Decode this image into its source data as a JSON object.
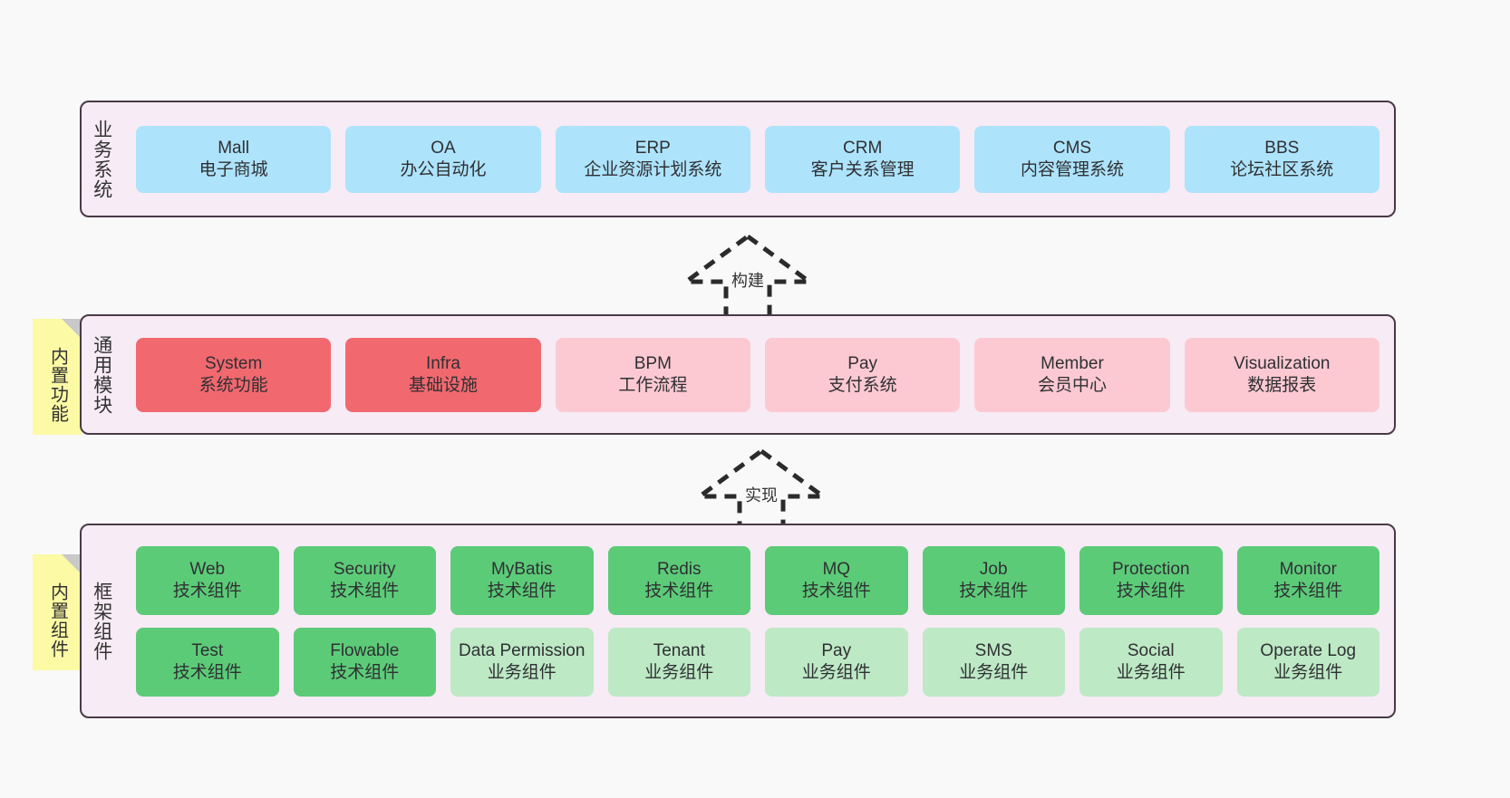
{
  "page": {
    "background": "#f9f9f9",
    "panel_bg": "#f7ebf5",
    "panel_border": "#4a3a47"
  },
  "layers": [
    {
      "id": "business-systems",
      "title": "业务系统",
      "rows": [
        {
          "nodes": [
            {
              "name": "Mall",
              "sub": "电子商城",
              "color": "#ade3fb"
            },
            {
              "name": "OA",
              "sub": "办公自动化",
              "color": "#ade3fb"
            },
            {
              "name": "ERP",
              "sub": "企业资源计划系统",
              "color": "#ade3fb"
            },
            {
              "name": "CRM",
              "sub": "客户关系管理",
              "color": "#ade3fb"
            },
            {
              "name": "CMS",
              "sub": "内容管理系统",
              "color": "#ade3fb"
            },
            {
              "name": "BBS",
              "sub": "论坛社区系统",
              "color": "#ade3fb"
            }
          ]
        }
      ]
    },
    {
      "id": "common-modules",
      "title": "通用模块",
      "note": "内置功能",
      "rows": [
        {
          "nodes": [
            {
              "name": "System",
              "sub": "系统功能",
              "color": "#f2686f"
            },
            {
              "name": "Infra",
              "sub": "基础设施",
              "color": "#f2686f"
            },
            {
              "name": "BPM",
              "sub": "工作流程",
              "color": "#fcc9d3"
            },
            {
              "name": "Pay",
              "sub": "支付系统",
              "color": "#fcc9d3"
            },
            {
              "name": "Member",
              "sub": "会员中心",
              "color": "#fcc9d3"
            },
            {
              "name": "Visualization",
              "sub": "数据报表",
              "color": "#fcc9d3"
            }
          ]
        }
      ]
    },
    {
      "id": "framework-components",
      "title": "框架组件",
      "note": "内置组件",
      "rows": [
        {
          "nodes": [
            {
              "name": "Web",
              "sub": "技术组件",
              "color": "#5ccb78"
            },
            {
              "name": "Security",
              "sub": "技术组件",
              "color": "#5ccb78"
            },
            {
              "name": "MyBatis",
              "sub": "技术组件",
              "color": "#5ccb78"
            },
            {
              "name": "Redis",
              "sub": "技术组件",
              "color": "#5ccb78"
            },
            {
              "name": "MQ",
              "sub": "技术组件",
              "color": "#5ccb78"
            },
            {
              "name": "Job",
              "sub": "技术组件",
              "color": "#5ccb78"
            },
            {
              "name": "Protection",
              "sub": "技术组件",
              "color": "#5ccb78"
            },
            {
              "name": "Monitor",
              "sub": "技术组件",
              "color": "#5ccb78"
            }
          ]
        },
        {
          "nodes": [
            {
              "name": "Test",
              "sub": "技术组件",
              "color": "#5ccb78"
            },
            {
              "name": "Flowable",
              "sub": "技术组件",
              "color": "#5ccb78"
            },
            {
              "name": "Data Permission",
              "sub": "业务组件",
              "color": "#bde9c5"
            },
            {
              "name": "Tenant",
              "sub": "业务组件",
              "color": "#bde9c5"
            },
            {
              "name": "Pay",
              "sub": "业务组件",
              "color": "#bde9c5"
            },
            {
              "name": "SMS",
              "sub": "业务组件",
              "color": "#bde9c5"
            },
            {
              "name": "Social",
              "sub": "业务组件",
              "color": "#bde9c5"
            },
            {
              "name": "Operate Log",
              "sub": "业务组件",
              "color": "#bde9c5"
            }
          ]
        }
      ]
    }
  ],
  "connectors": [
    {
      "id": "build",
      "label": "构建",
      "style": "dashed-generalization"
    },
    {
      "id": "implement",
      "label": "实现",
      "style": "dashed-generalization"
    }
  ]
}
